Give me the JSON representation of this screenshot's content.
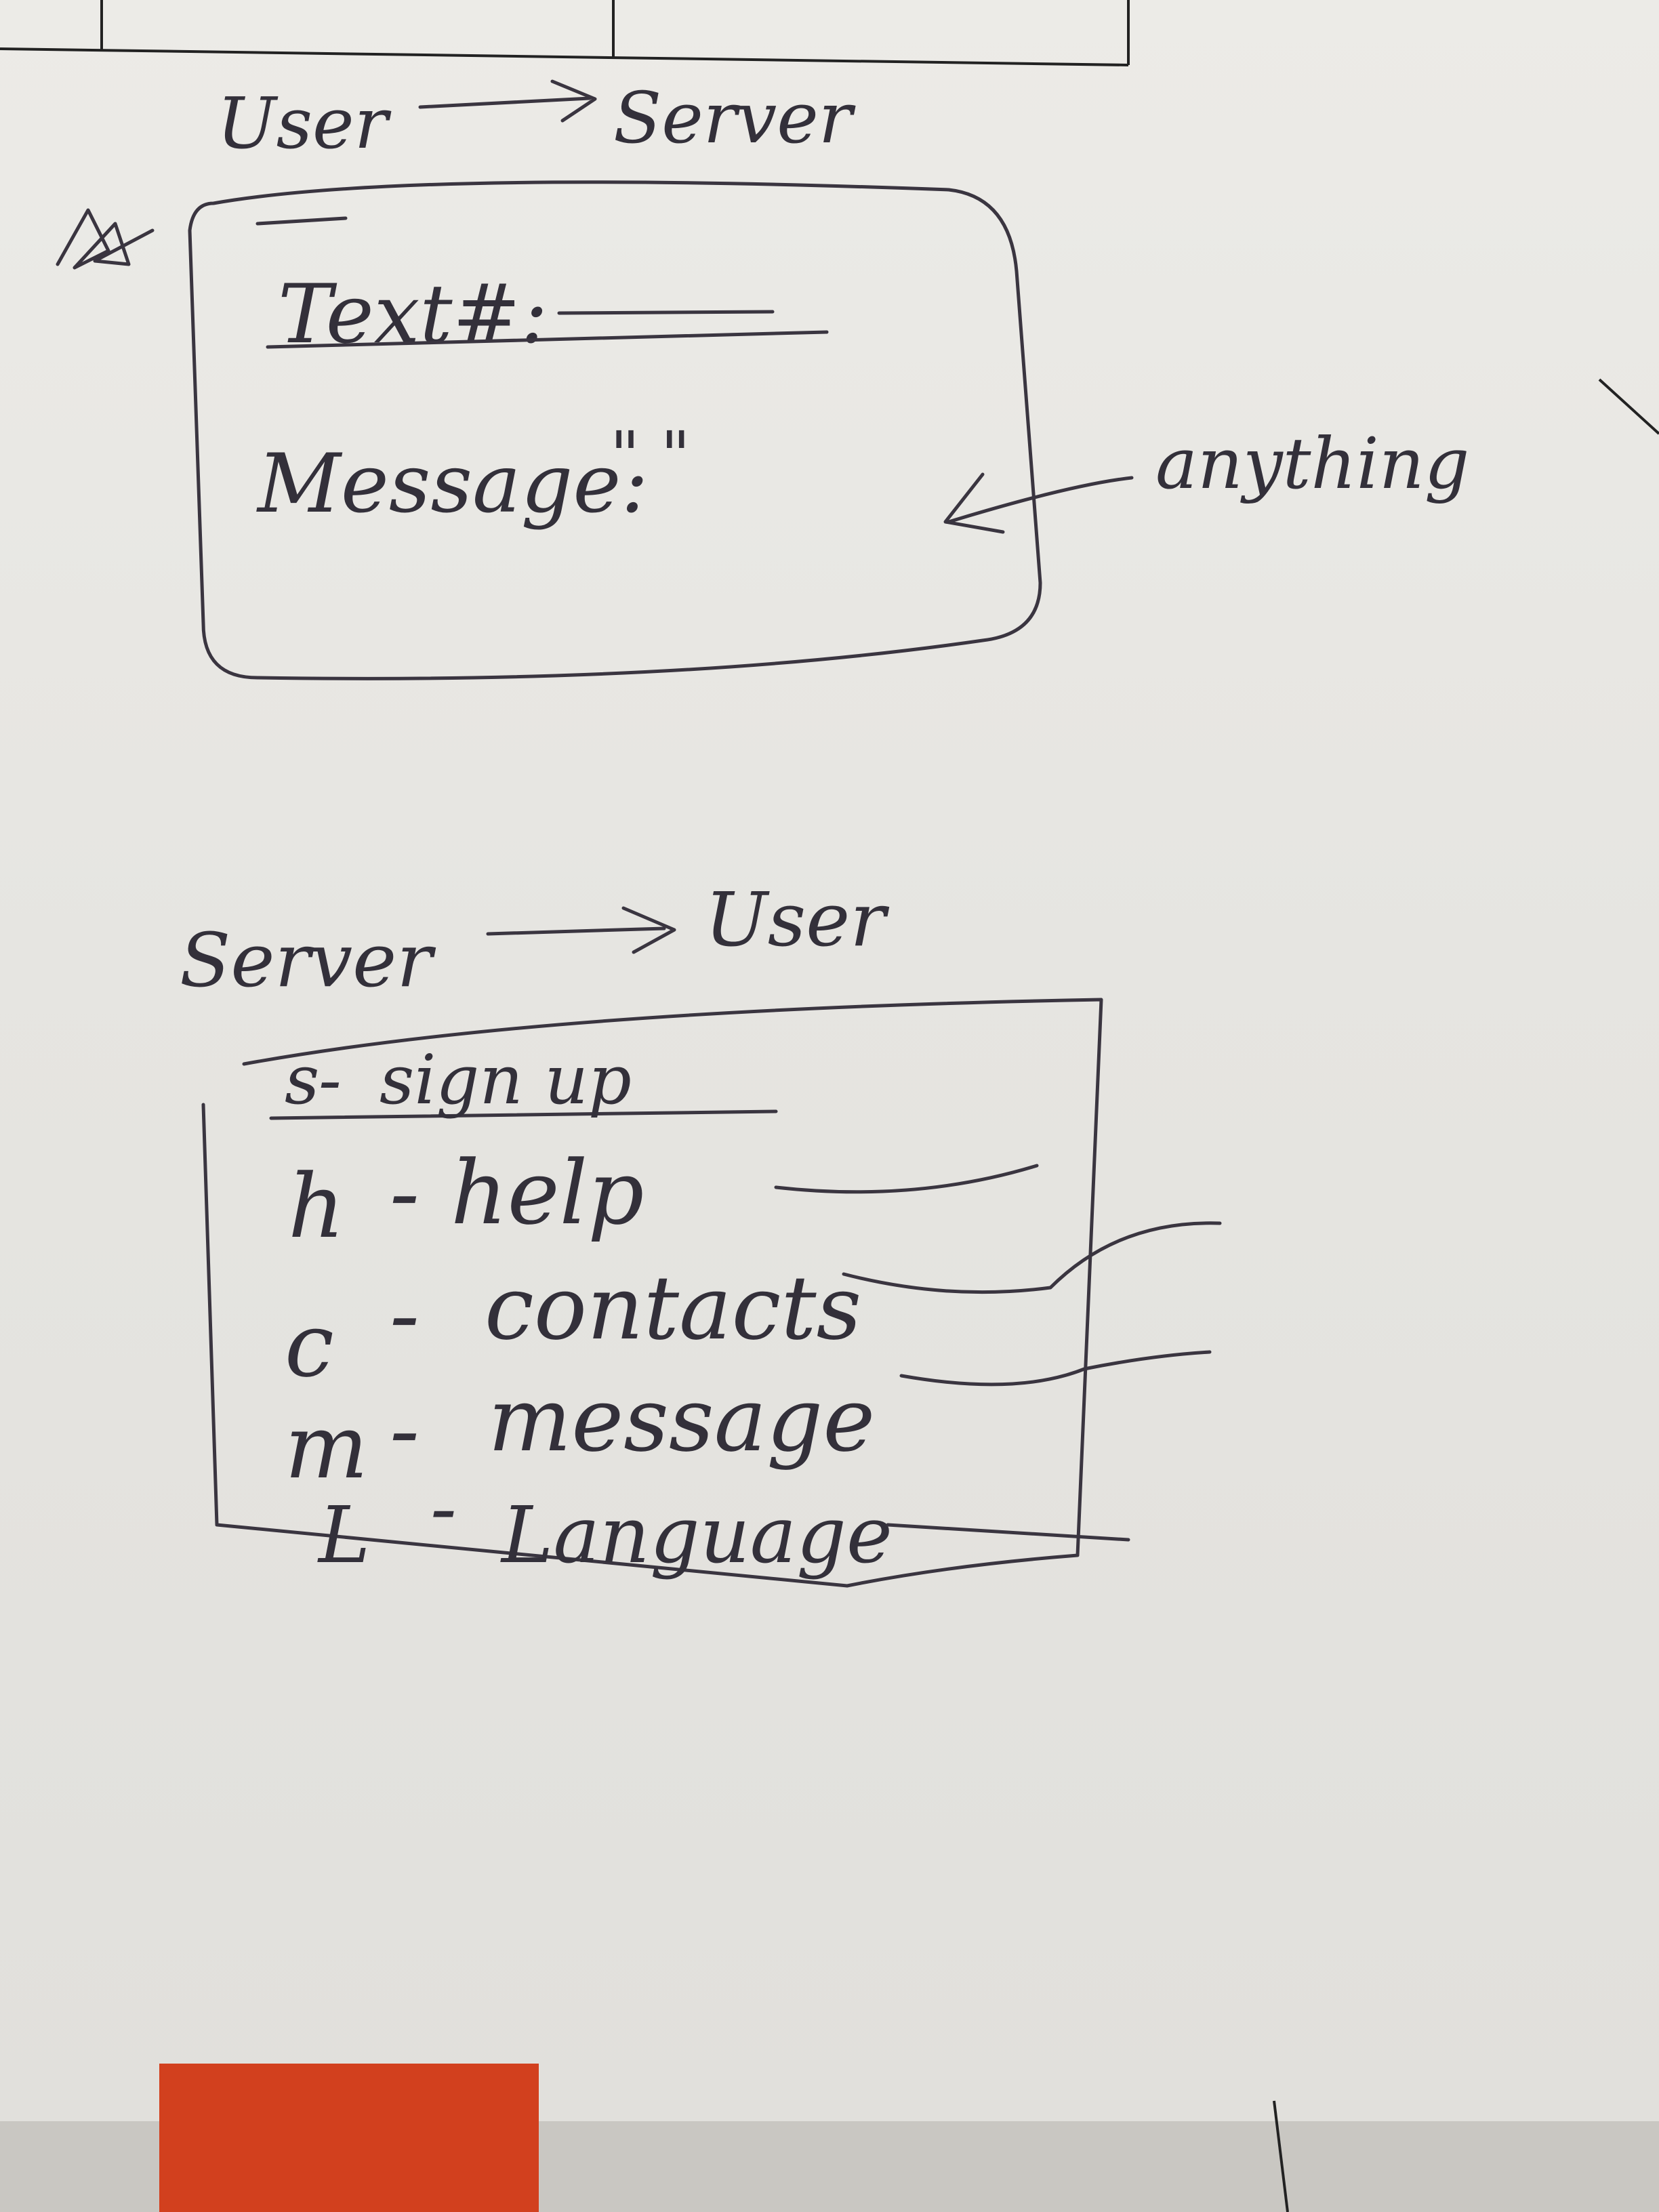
{
  "top_flow": {
    "from": "User",
    "to": "Server",
    "box": {
      "text_label": "Text#:",
      "message_label": "Message:",
      "message_value": "\"          \""
    },
    "annotation": "anything"
  },
  "bottom_flow": {
    "from": "Server",
    "to": "User",
    "menu": [
      {
        "key": "s",
        "label": "sign up"
      },
      {
        "key": "h",
        "label": "help"
      },
      {
        "key": "c",
        "label": "contacts"
      },
      {
        "key": "m",
        "label": "message"
      },
      {
        "key": "L",
        "label": "Language"
      }
    ]
  },
  "colors": {
    "paper": "#e6e5e1",
    "ink": "#3a3540",
    "tag": "#d2401e"
  }
}
